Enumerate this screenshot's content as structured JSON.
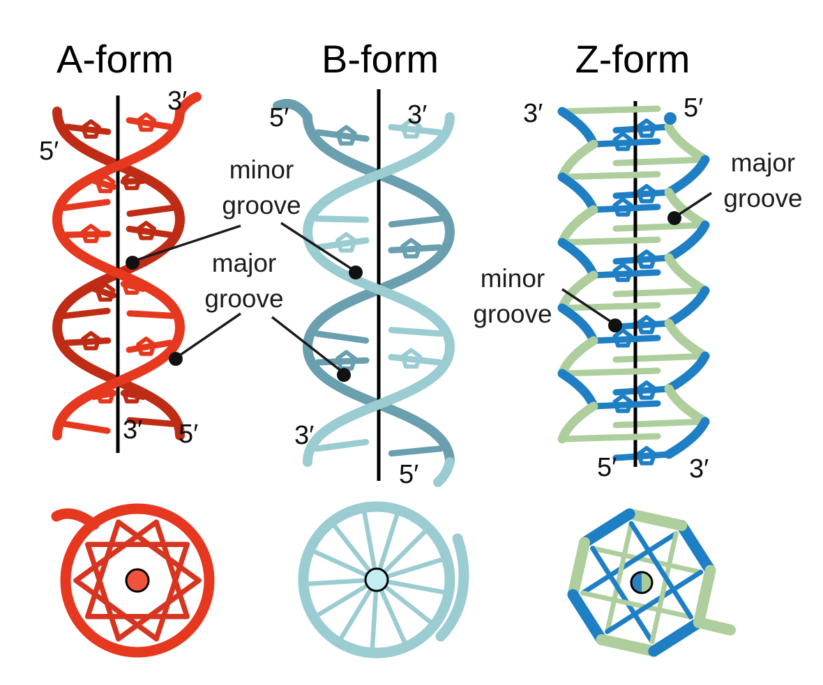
{
  "figure": {
    "background": "#ffffff",
    "axis_line_color": "#000000",
    "annotation_text_color": "#1c1c1c",
    "groove_dot_color": "#111111",
    "panels": [
      {
        "id": "a-form",
        "title": "A-form",
        "strand_end_labels": {
          "top_left": "5′",
          "top_right": "3′",
          "bottom_left": "3′",
          "bottom_right": "5′"
        },
        "colors": {
          "backbone": "#e5381f",
          "backbone_dark": "#bf2c15",
          "top_view_center_dot": "#f0523b"
        }
      },
      {
        "id": "b-form",
        "title": "B-form",
        "strand_end_labels": {
          "top_left": "5′",
          "top_right": "3′",
          "bottom_left": "3′",
          "bottom_right": "5′"
        },
        "colors": {
          "backbone": "#9accd2",
          "backbone_dark": "#699fae",
          "top_view_center_dot": "#c2eef3"
        }
      },
      {
        "id": "z-form",
        "title": "Z-form",
        "strand_end_labels": {
          "top_left": "3′",
          "top_right": "5′",
          "bottom_left": "5′",
          "bottom_right": "3′"
        },
        "colors": {
          "backbone_blue": "#1e7fc4",
          "backbone_green": "#aecf9d",
          "top_view_center_dot_left": "#2b80c4",
          "top_view_center_dot_right": "#a9cc97"
        }
      }
    ],
    "annotations": {
      "ab_minor": {
        "line1": "minor",
        "line2": "groove"
      },
      "ab_major": {
        "line1": "major",
        "line2": "groove"
      },
      "z_minor": {
        "line1": "minor",
        "line2": "groove"
      },
      "z_major": {
        "line1": "major",
        "line2": "groove"
      }
    }
  }
}
